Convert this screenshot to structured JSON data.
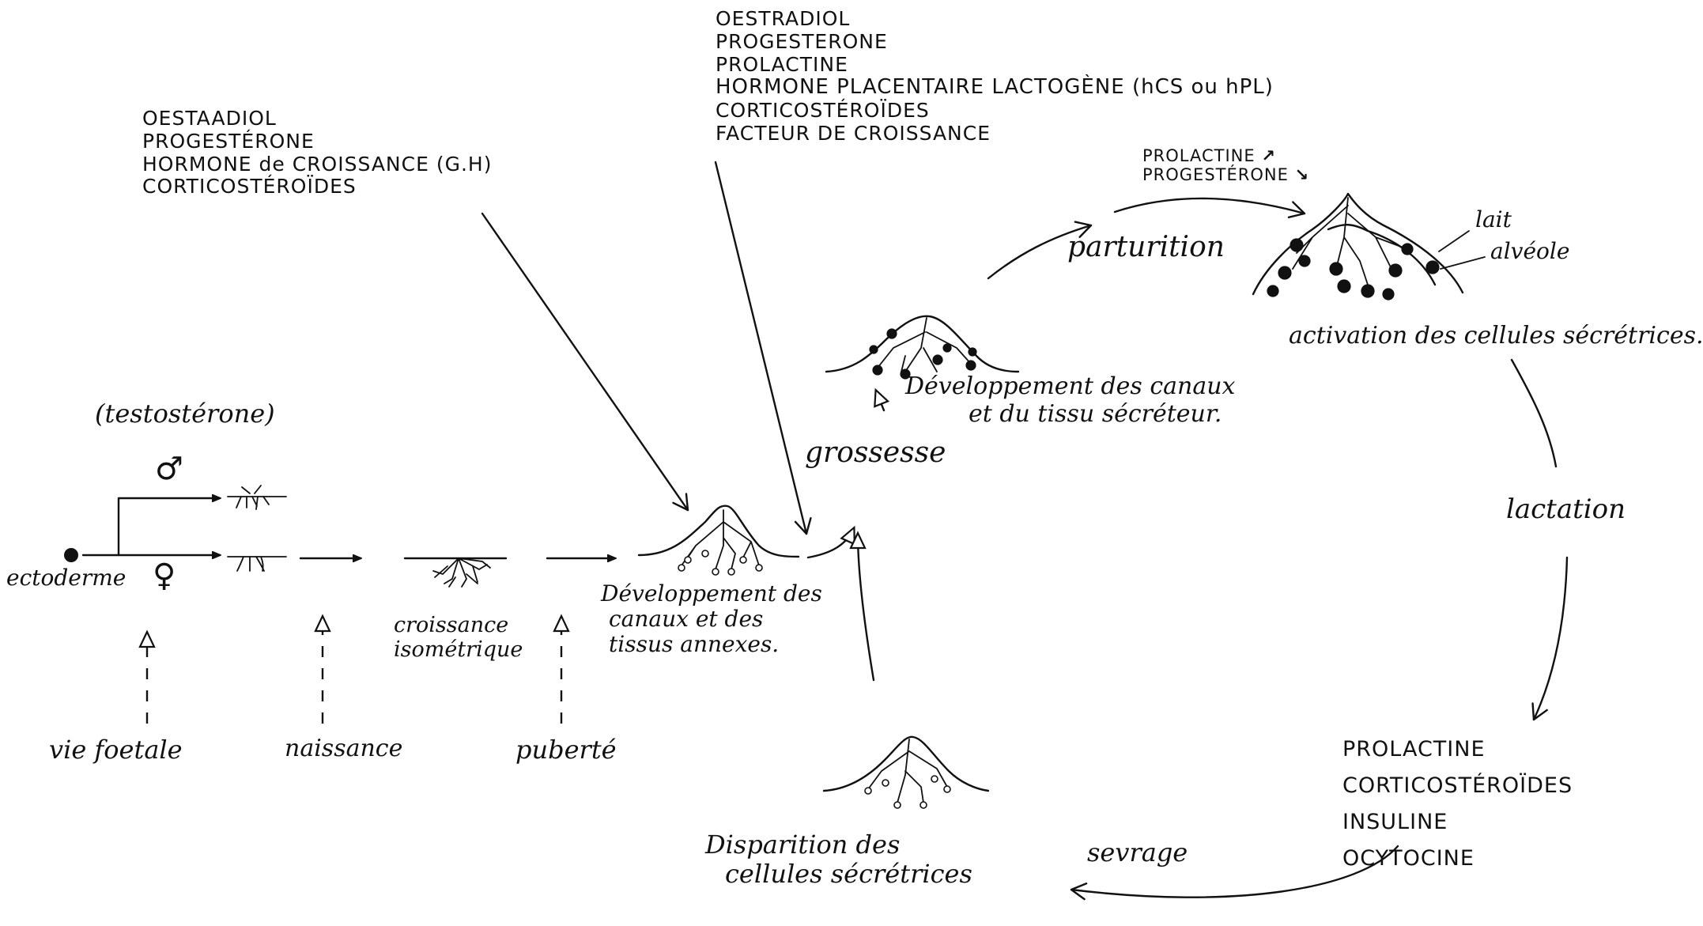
{
  "colors": {
    "ink": "#111111",
    "paper": "#ffffff"
  },
  "hormones_puberty": {
    "lines": [
      "OESTAADIOL",
      "PROGESTÉRONE",
      "HORMONE de CROISSANCE (G.H)",
      "CORTICOSTÉROÏDES"
    ]
  },
  "hormones_pregnancy": {
    "lines": [
      "OESTRADIOL",
      "PROGESTERONE",
      "PROLACTINE",
      "HORMONE PLACENTAIRE LACTOGÈNE (hCS ou hPL)",
      "CORTICOSTÉROÏDES",
      "FACTEUR DE CROISSANCE"
    ]
  },
  "hormones_parturition": {
    "prolactine": "PROLACTINE",
    "progesterone": "PROGESTÉRONE",
    "up_arrow": "↗",
    "down_arrow": "↘"
  },
  "hormones_lactation": {
    "lines": [
      "PROLACTINE",
      "CORTICOSTÉROÏDES",
      "INSULINE",
      "OCYTOCINE"
    ]
  },
  "labels": {
    "testosterone": "(testostérone)",
    "male_symbol": "♂",
    "female_symbol": "♀",
    "ectoderme": "ectoderme",
    "vie_foetale": "vie foetale",
    "naissance": "naissance",
    "puberte": "puberté",
    "croissance_line1": "croissance",
    "croissance_line2": "isométrique",
    "dev_canaux_line1": "Développement des",
    "dev_canaux_line2": "canaux et des",
    "dev_canaux_line3": "tissus annexes.",
    "grossesse": "grossesse",
    "dev_secreteur_line1": "Développement des canaux",
    "dev_secreteur_line2": "et du tissu sécréteur.",
    "parturition": "parturition",
    "lait": "lait",
    "alveole": "alvéole",
    "activation": "activation des cellules sécrétrices.",
    "lactation": "lactation",
    "sevrage": "sevrage",
    "disparition_line1": "Disparition des",
    "disparition_line2": "cellules sécrétrices"
  },
  "icons": {
    "arrow_solid": "solid-arrowhead",
    "arrow_open": "open-arrowhead",
    "gland": "mammary-gland-sketch"
  }
}
